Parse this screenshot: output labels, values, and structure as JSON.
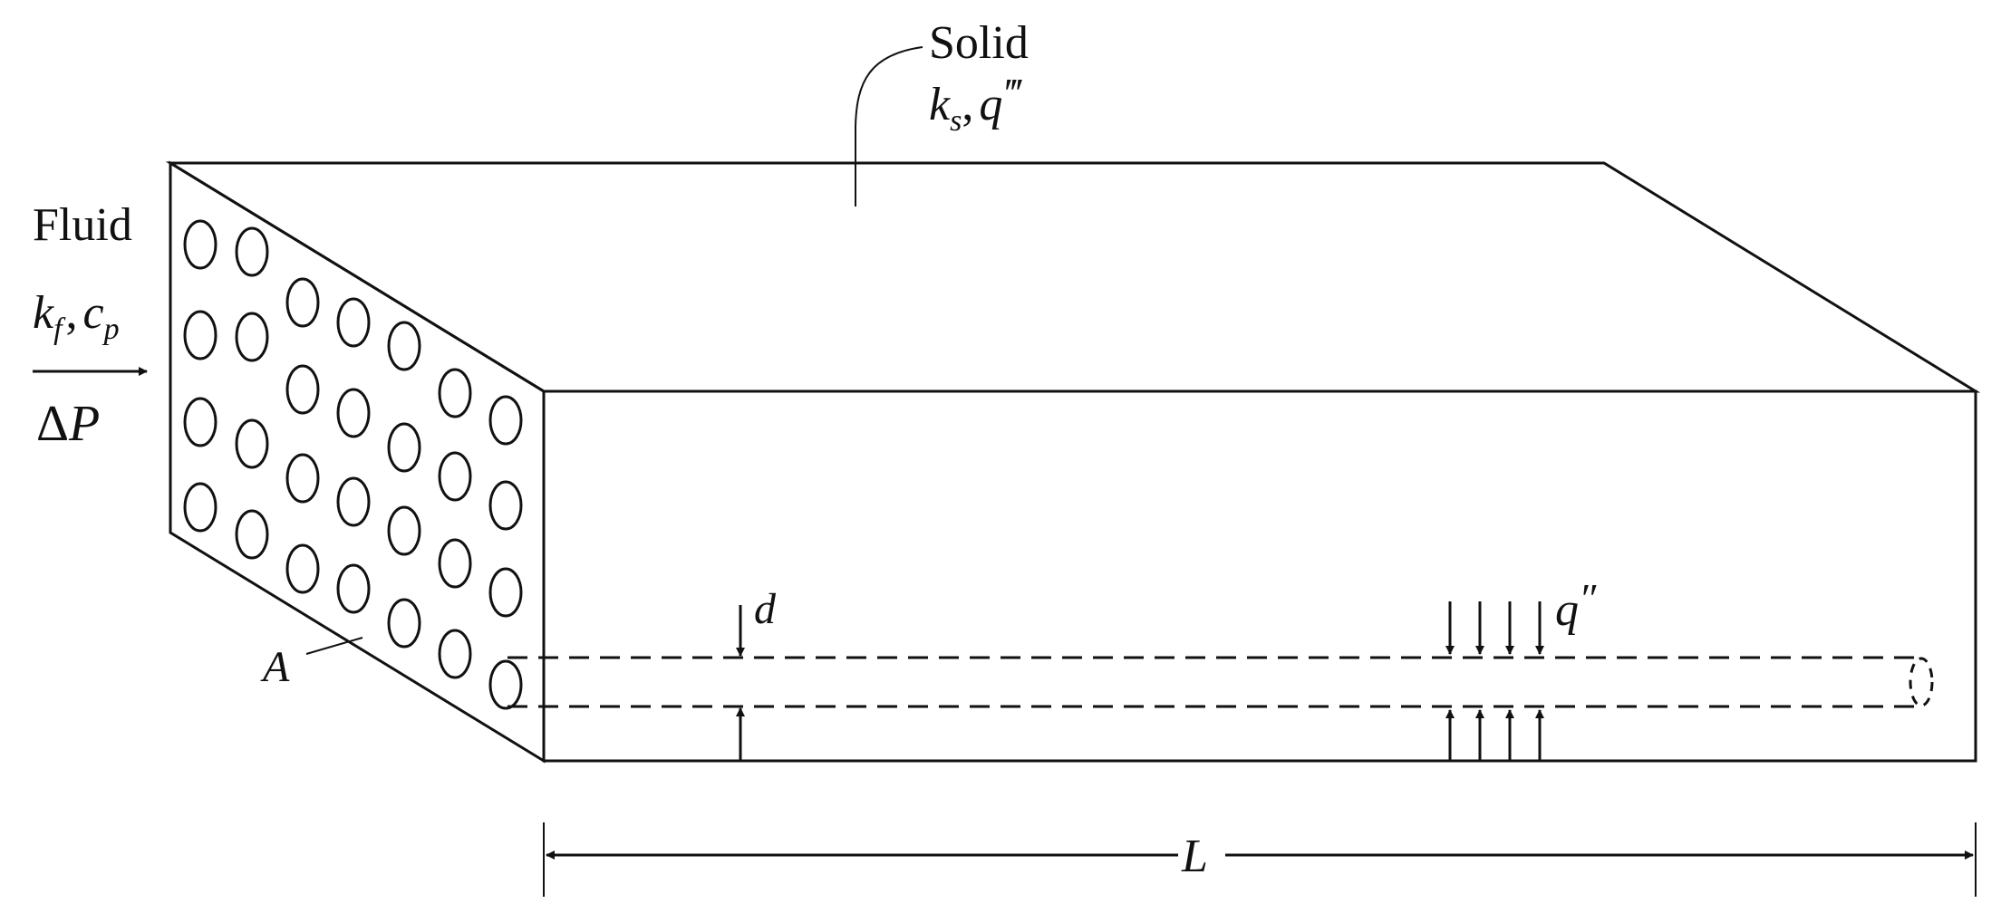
{
  "labels": {
    "solid": "Solid",
    "solid_ks_k": "k",
    "solid_ks_sub": "s",
    "solid_sep": ",",
    "solid_q": "q",
    "solid_q_primes": "‴",
    "fluid": "Fluid",
    "fluid_kf_k": "k",
    "fluid_kf_sub": "f",
    "fluid_sep": ",",
    "fluid_cp_c": "c",
    "fluid_cp_sub": "p",
    "delta_p_delta": "Δ",
    "delta_p_p": "P",
    "area": "A",
    "diameter": "d",
    "flux_q": "q",
    "flux_primes": "″",
    "length": "L"
  }
}
